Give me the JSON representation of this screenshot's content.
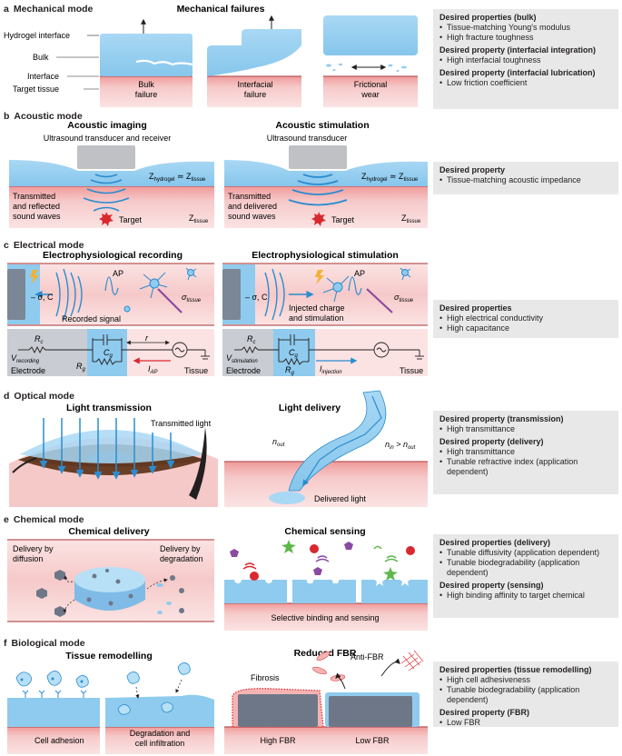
{
  "sections": {
    "a": {
      "letter": "a",
      "title": "Mechanical mode",
      "subtitle": "Mechanical failures",
      "labels": {
        "hydrogel_interface": "Hydrogel interface",
        "bulk": "Bulk",
        "interface": "Interface",
        "target_tissue": "Target tissue"
      },
      "cases": [
        "Bulk failure",
        "Interfacial failure",
        "Frictional wear"
      ],
      "properties": [
        {
          "heading": "Desired properties (bulk)",
          "items": [
            "Tissue-matching Young's modulus",
            "High fracture toughness"
          ]
        },
        {
          "heading": "Desired property (interfacial integration)",
          "items": [
            "High interfacial toughness"
          ]
        },
        {
          "heading": "Desired property (interfacial lubrication)",
          "items": [
            "Low friction coefficient"
          ]
        }
      ]
    },
    "b": {
      "letter": "b",
      "title": "Acoustic mode",
      "left_title": "Acoustic imaging",
      "left_device": "Ultrasound transducer and receiver",
      "right_title": "Acoustic stimulation",
      "right_device": "Ultrasound transducer",
      "left_waves": "Transmitted and reflected sound waves",
      "right_waves": "Transmitted and delivered sound waves",
      "target": "Target",
      "z_hydrogel": "Z",
      "z_hydrogel_sub": "hydrogel",
      "approx": "≃",
      "z_tissue": "Z",
      "z_tissue_sub": "tissue",
      "properties": [
        {
          "heading": "Desired property",
          "items": [
            "Tissue-matching acoustic impedance"
          ]
        }
      ]
    },
    "c": {
      "letter": "c",
      "title": "Electrical mode",
      "left_title": "Electrophysiological recording",
      "right_title": "Electrophysiological stimulation",
      "ap": "AP",
      "sigma_c": "– σ, C",
      "sigma_tissue": "σ",
      "sigma_tissue_sub": "tissue",
      "recorded_signal": "Recorded signal",
      "injected": "Injected charge and stimulation",
      "circuit_left": {
        "rc": "R",
        "rc_sub": "c",
        "cg": "C",
        "cg_sub": "g",
        "rg": "R",
        "rg_sub": "g",
        "v": "V",
        "v_sub": "recording",
        "r": "r",
        "i": "I",
        "i_sub": "AP",
        "electrode": "Electrode",
        "tissue": "Tissue"
      },
      "circuit_right": {
        "rc": "R",
        "rc_sub": "c",
        "cg": "C",
        "cg_sub": "g",
        "rg": "R",
        "rg_sub": "g",
        "v": "V",
        "v_sub": "stimulation",
        "i": "I",
        "i_sub": "injection",
        "electrode": "Electrode",
        "tissue": "Tissue"
      },
      "properties": [
        {
          "heading": "Desired properties",
          "items": [
            "High electrical conductivity",
            "High capacitance"
          ]
        }
      ]
    },
    "d": {
      "letter": "d",
      "title": "Optical mode",
      "left_title": "Light transmission",
      "transmitted_light": "Transmitted light",
      "right_title": "Light delivery",
      "n_out": "n",
      "n_out_sub": "out",
      "n_in": "n",
      "n_in_sub": "in",
      "gt": ">",
      "delivered_light": "Delivered light",
      "properties": [
        {
          "heading": "Desired property (transmission)",
          "items": [
            "High transmittance"
          ]
        },
        {
          "heading": "Desired property (delivery)",
          "items": [
            "High transmittance",
            "Tunable refractive index (application dependent)"
          ]
        }
      ]
    },
    "e": {
      "letter": "e",
      "title": "Chemical mode",
      "left_title": "Chemical delivery",
      "diffusion": "Delivery by diffusion",
      "degradation": "Delivery by degradation",
      "right_title": "Chemical sensing",
      "binding": "Selective binding and sensing",
      "properties": [
        {
          "heading": "Desired properties (delivery)",
          "items": [
            "Tunable diffusivity (application dependent)",
            "Tunable biodegradability (application dependent)"
          ]
        },
        {
          "heading": "Desired property (sensing)",
          "items": [
            "High binding affinity to target chemical"
          ]
        }
      ]
    },
    "f": {
      "letter": "f",
      "title": "Biological mode",
      "left_title": "Tissue remodelling",
      "cell_adhesion": "Cell adhesion",
      "degradation": "Degradation and cell infiltration",
      "right_title": "Reduced FBR",
      "fibrosis": "Fibrosis",
      "anti_fbr": "Anti-FBR",
      "high_fbr": "High FBR",
      "low_fbr": "Low FBR",
      "properties": [
        {
          "heading": "Desired properties (tissue remodelling)",
          "items": [
            "High cell adhesiveness",
            "Tunable biodegradability (application dependent)"
          ]
        },
        {
          "heading": "Desired property (FBR)",
          "items": [
            "Low FBR"
          ]
        }
      ]
    }
  },
  "colors": {
    "hydrogel": "#8fcbee",
    "tissue": "#f6c9c9",
    "tissue_line": "#b8575b",
    "panel": "#e8e8e8",
    "device": "#bfc1c4",
    "wave": "#2b8ccf",
    "star_red": "#d9282f",
    "purple": "#8c4aa1",
    "green": "#5db84c",
    "gray_hex": "#6e7788"
  }
}
